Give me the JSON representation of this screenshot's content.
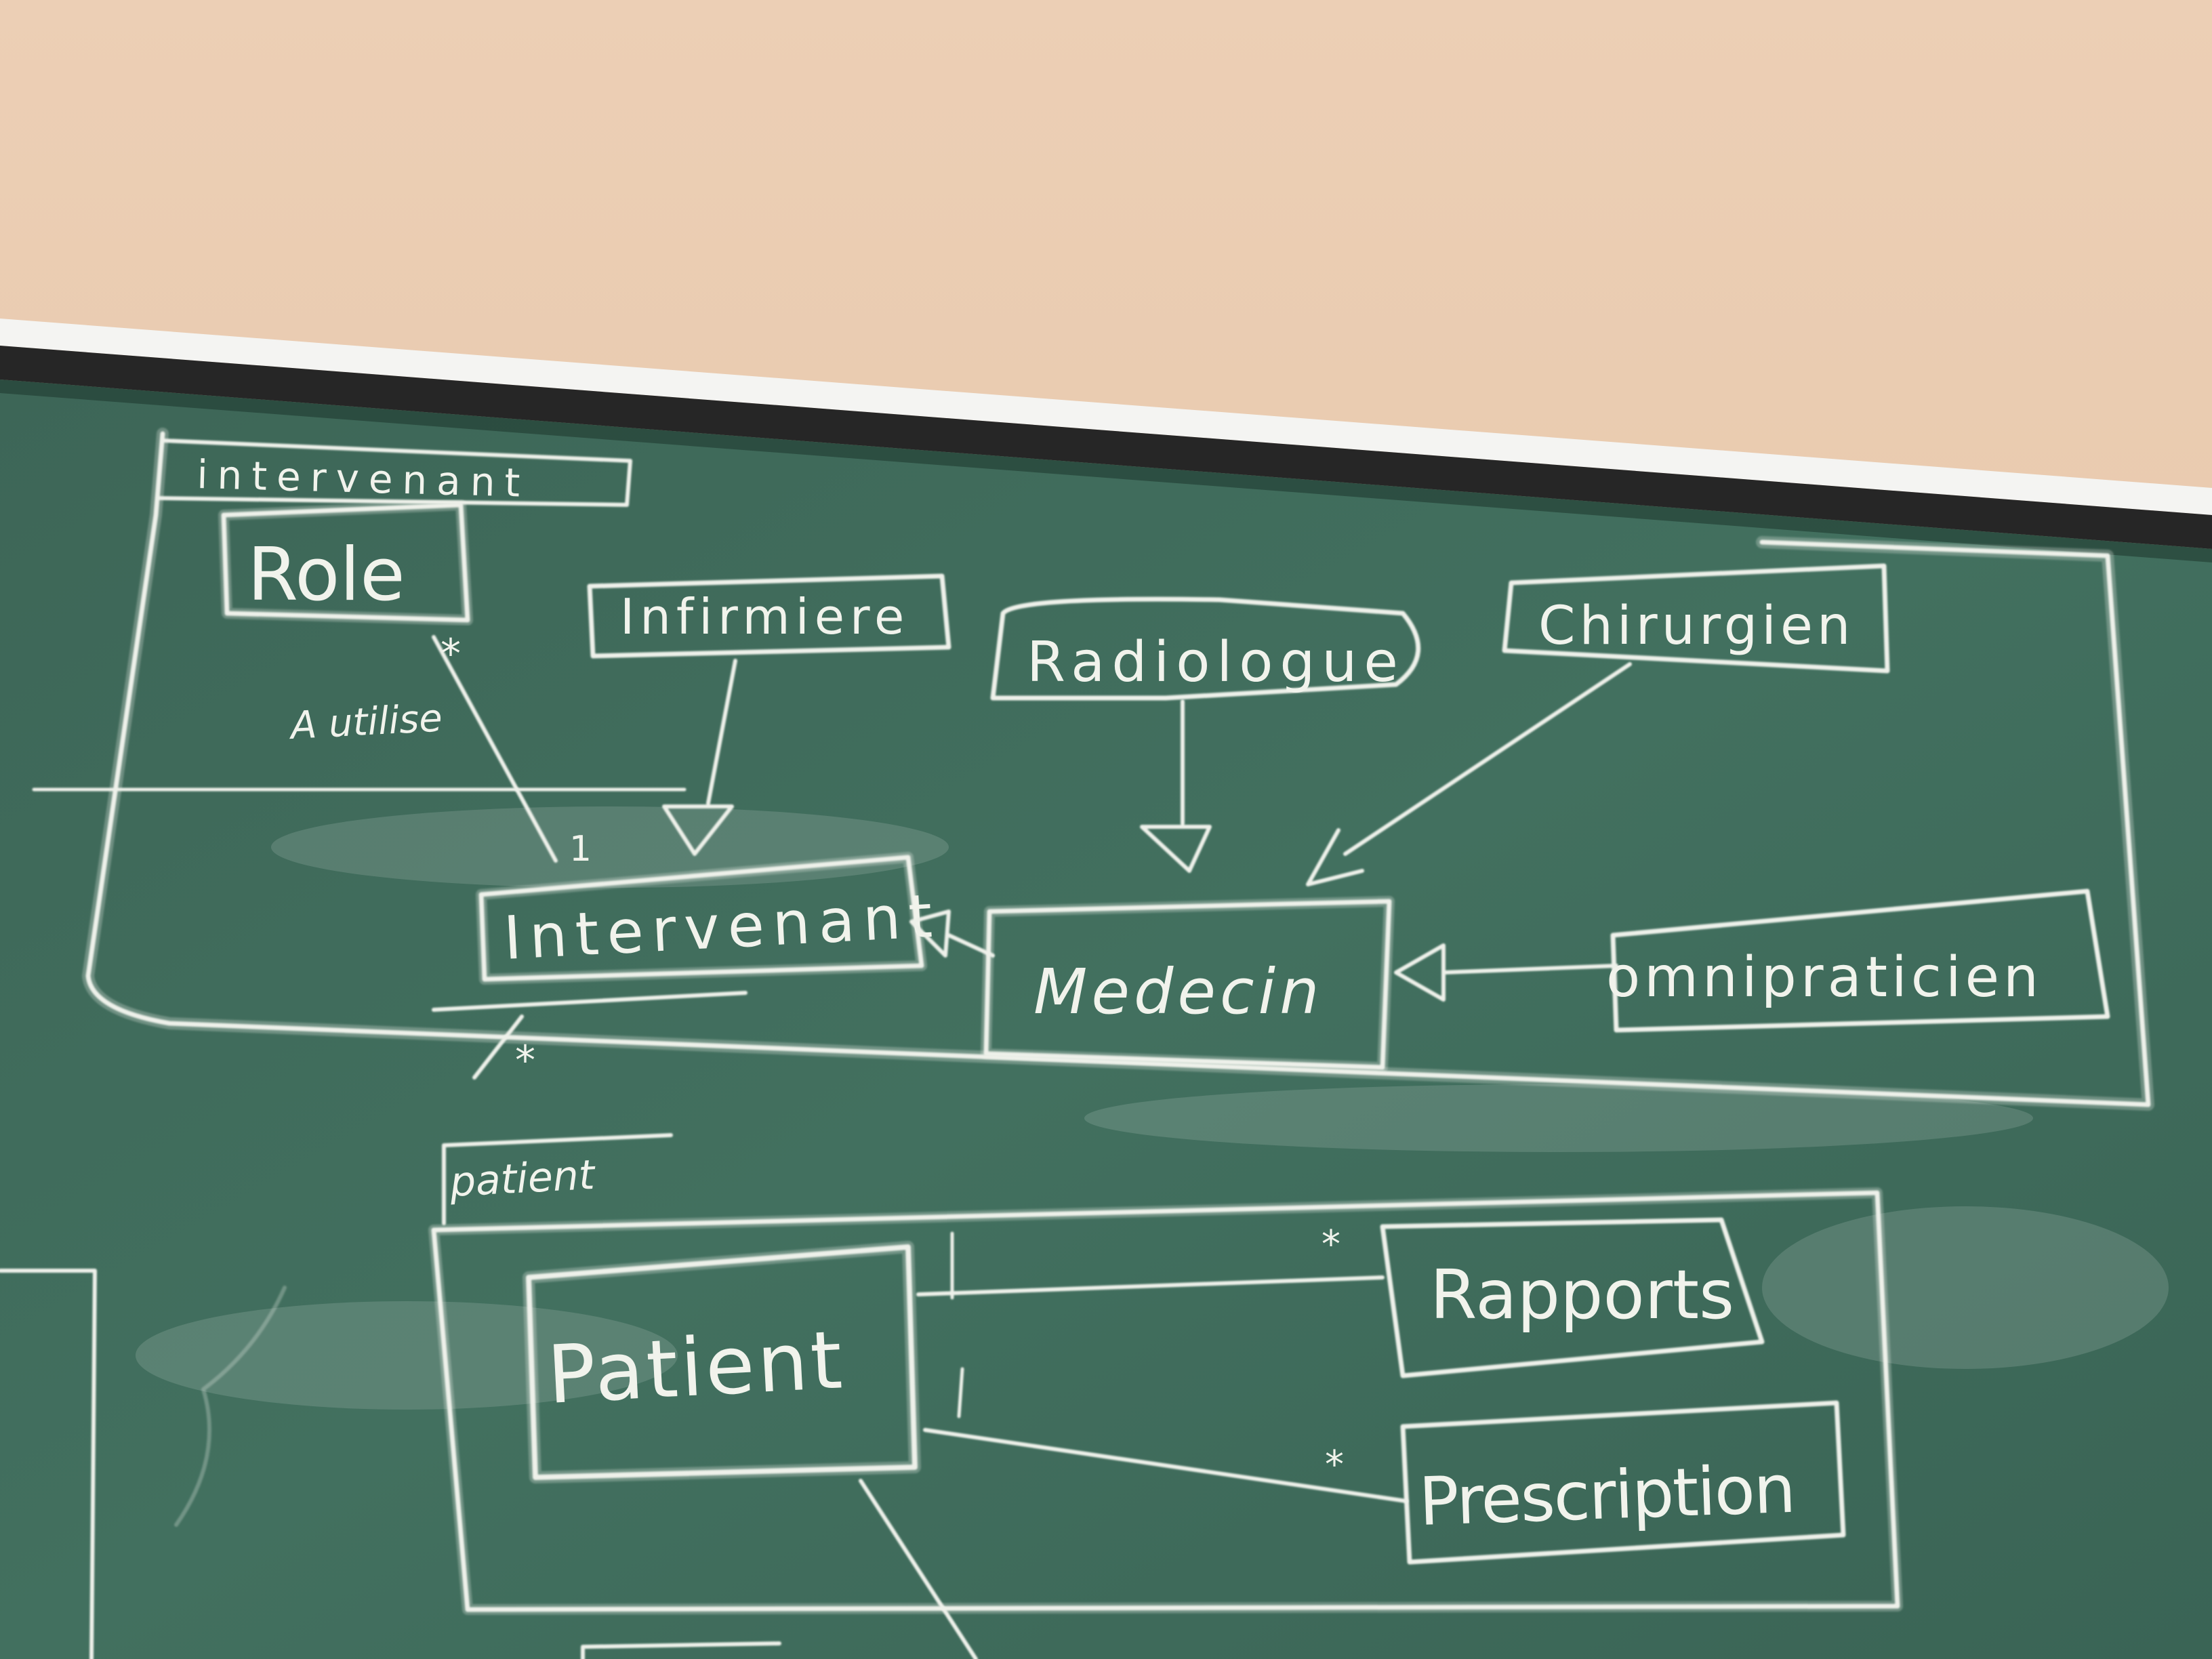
{
  "packages": [
    {
      "tab_label": "intervenant"
    },
    {
      "tab_label": "patient"
    }
  ],
  "classes": [
    {
      "label": "Role"
    },
    {
      "label": "Infirmiere"
    },
    {
      "label": "Radiologue"
    },
    {
      "label": "Chirurgien"
    },
    {
      "label": "Intervenant"
    },
    {
      "label": "Medecin"
    },
    {
      "label": "omnipraticien"
    },
    {
      "label": "Patient"
    },
    {
      "label": "Rapports"
    },
    {
      "label": "Prescription"
    }
  ],
  "annotations": {
    "role_association": "A utilise",
    "multiplicity_many": "*",
    "multiplicity_one": "1"
  },
  "colors": {
    "wall": "#e9c8ac",
    "board": "#3f6b5a",
    "chalk": "#eef1ea",
    "frame": "#2a2a2a"
  }
}
